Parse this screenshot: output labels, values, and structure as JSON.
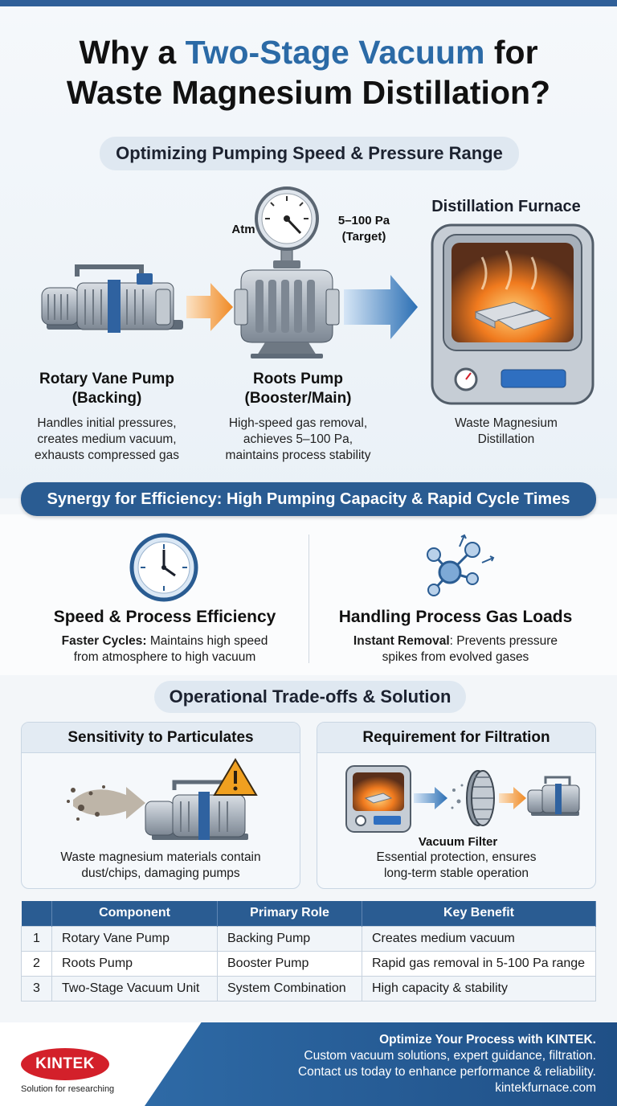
{
  "header": {
    "title_pre": "Why a ",
    "title_accent": "Two-Stage Vacuum",
    "title_post": " for",
    "title_line2": "Waste Magnesium Distillation?"
  },
  "section1": {
    "heading": "Optimizing Pumping Speed & Pressure Range",
    "gauge_left": "Atm",
    "gauge_right_line1": "5–100 Pa",
    "gauge_right_line2": "(Target)",
    "furnace_title": "Distillation Furnace",
    "furnace_caption_line1": "Waste Magnesium",
    "furnace_caption_line2": "Distillation",
    "rotary": {
      "name_line1": "Rotary Vane Pump",
      "name_line2": "(Backing)",
      "desc": [
        "Handles initial pressures,",
        "creates medium vacuum,",
        "exhausts compressed gas"
      ]
    },
    "roots": {
      "name_line1": "Roots Pump",
      "name_line2": "(Booster/Main)",
      "desc": [
        "High-speed gas removal,",
        "achieves 5–100 Pa,",
        "maintains process stability"
      ]
    }
  },
  "section2": {
    "heading": "Synergy for Efficiency: High Pumping Capacity & Rapid Cycle Times",
    "left": {
      "title": "Speed & Process Efficiency",
      "lead": "Faster Cycles:",
      "desc_rest": " Maintains high speed",
      "desc_line2": "from atmosphere to high vacuum"
    },
    "right": {
      "title": "Handling Process Gas Loads",
      "lead": "Instant Removal",
      "desc_rest": ": Prevents pressure",
      "desc_line2": "spikes from evolved gases"
    }
  },
  "section3": {
    "heading": "Operational Trade-offs & Solution",
    "card_left": {
      "title": "Sensitivity to Particulates",
      "desc_line1": "Waste magnesium materials contain",
      "desc_line2": "dust/chips, damaging pumps"
    },
    "card_right": {
      "title": "Requirement for Filtration",
      "filter_label": "Vacuum Filter",
      "desc_line1": "Essential protection, ensures",
      "desc_line2": "long-term stable operation"
    }
  },
  "table": {
    "headers": [
      "",
      "Component",
      "Primary Role",
      "Key Benefit"
    ],
    "rows": [
      [
        "1",
        "Rotary Vane Pump",
        "Backing Pump",
        "Creates medium vacuum"
      ],
      [
        "2",
        "Roots Pump",
        "Booster Pump",
        "Rapid gas removal in 5-100 Pa range"
      ],
      [
        "3",
        "Two-Stage Vacuum Unit",
        "System Combination",
        "High capacity & stability"
      ]
    ]
  },
  "footer": {
    "logo": "KINTEK",
    "tagline": "Solution for researching",
    "line1": "Optimize Your Process with KINTEK.",
    "line2": "Custom vacuum solutions, expert guidance, filtration.",
    "line3": "Contact us today to enhance performance & reliability.",
    "line4": "kintekfurnace.com"
  },
  "colors": {
    "accent_blue": "#2b6aa6",
    "bar_blue": "#2a5c92",
    "arrow_orange": "#f08a24",
    "warning_orange": "#f0a020",
    "logo_red": "#d3202a"
  },
  "icons": [
    "rotary-vane-pump-icon",
    "roots-pump-icon",
    "pressure-gauge-icon",
    "furnace-icon",
    "clock-icon",
    "molecule-icon",
    "dust-icon",
    "warning-icon",
    "vacuum-filter-icon"
  ]
}
